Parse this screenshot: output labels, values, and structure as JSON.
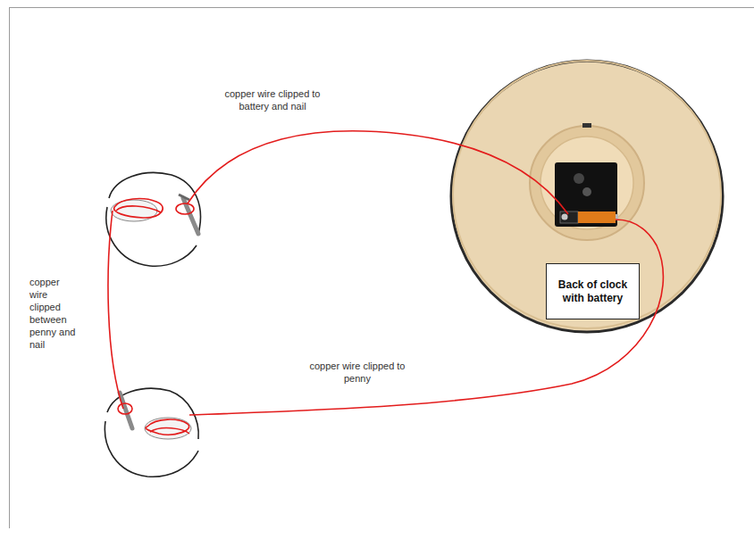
{
  "diagram": {
    "nodes": [
      {
        "text": [
          "Back of clock with battery"
        ]
      }
    ],
    "labels": [
      "copper wire clipped to battery and nail",
      "copper wire clipped between penny and nail",
      "copper wire clipped to penny"
    ]
  }
}
